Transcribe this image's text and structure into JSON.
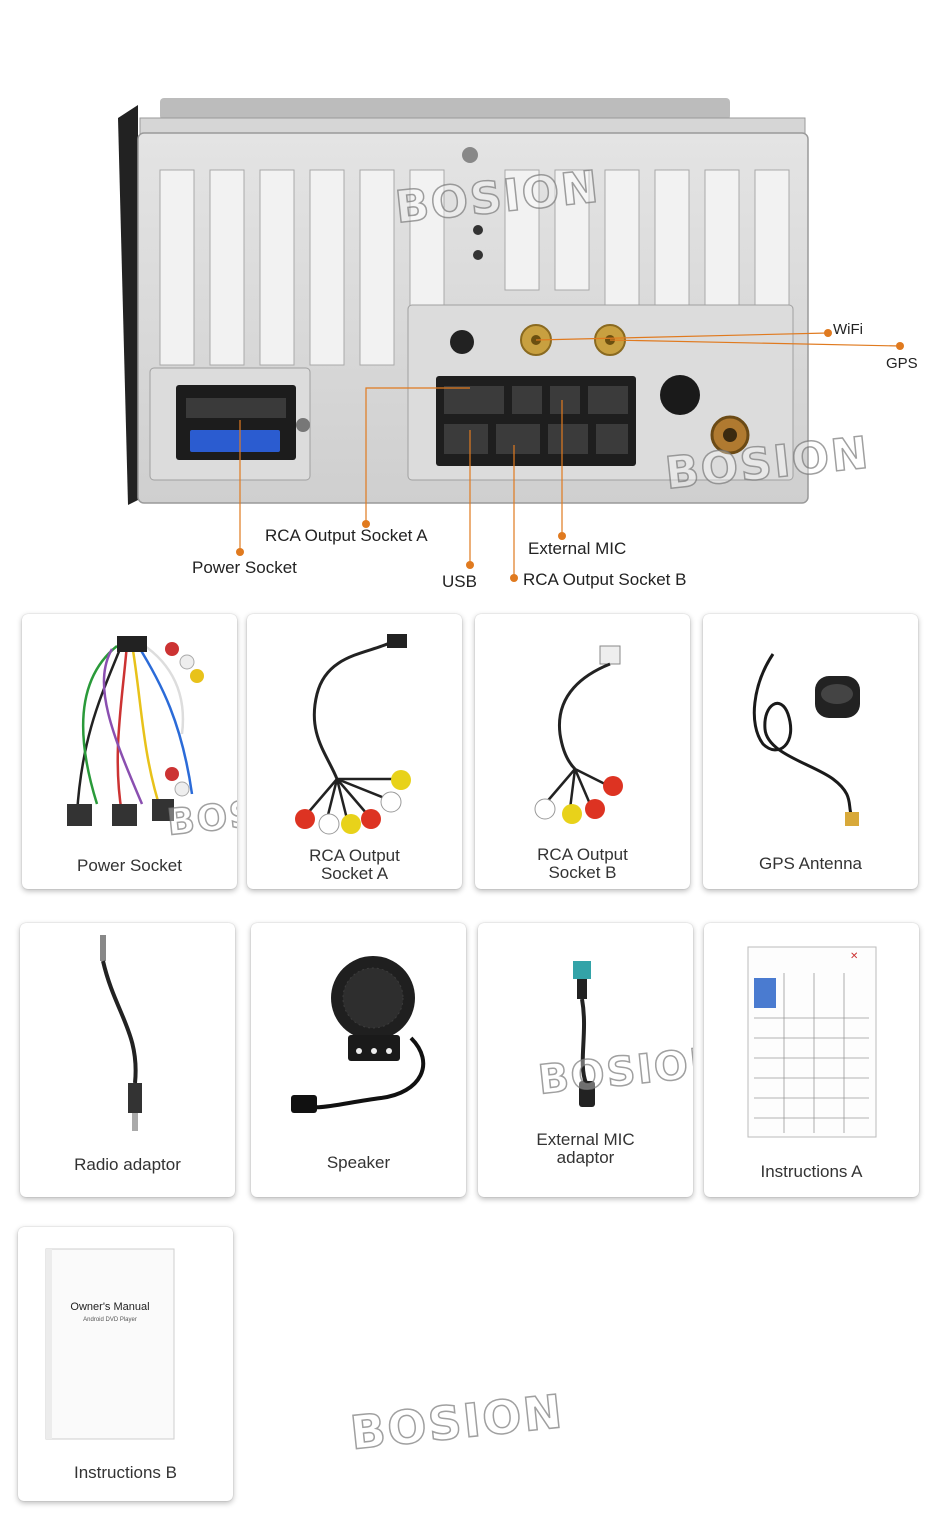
{
  "hero": {
    "brand_watermark": "BOSION",
    "callouts": {
      "wifi": "WiFi",
      "gps": "GPS",
      "rca_a": "RCA Output Socket A",
      "power": "Power Socket",
      "external_mic": "External MIC",
      "usb": "USB",
      "rca_b": "RCA Output Socket B"
    },
    "accent_color": "#e07a1f"
  },
  "products": [
    {
      "label": "Power Socket",
      "icon": "wire-harness-icon"
    },
    {
      "label": "RCA Output\nSocket A",
      "icon": "rca-cable-icon"
    },
    {
      "label": "RCA Output\nSocket B",
      "icon": "rca-cable-icon"
    },
    {
      "label": "GPS Antenna",
      "icon": "gps-antenna-icon"
    },
    {
      "label": "Radio adaptor",
      "icon": "radio-adaptor-icon"
    },
    {
      "label": "Speaker",
      "icon": "speaker-icon"
    },
    {
      "label": "External MIC\nadaptor",
      "icon": "mic-adaptor-icon"
    },
    {
      "label": "Instructions A",
      "icon": "instruction-sheet-icon"
    },
    {
      "label": "Instructions B",
      "icon": "manual-booklet-icon"
    }
  ],
  "manual": {
    "title": "Owner's Manual",
    "subtitle": "Android DVD Player"
  },
  "watermark": "BOSION"
}
